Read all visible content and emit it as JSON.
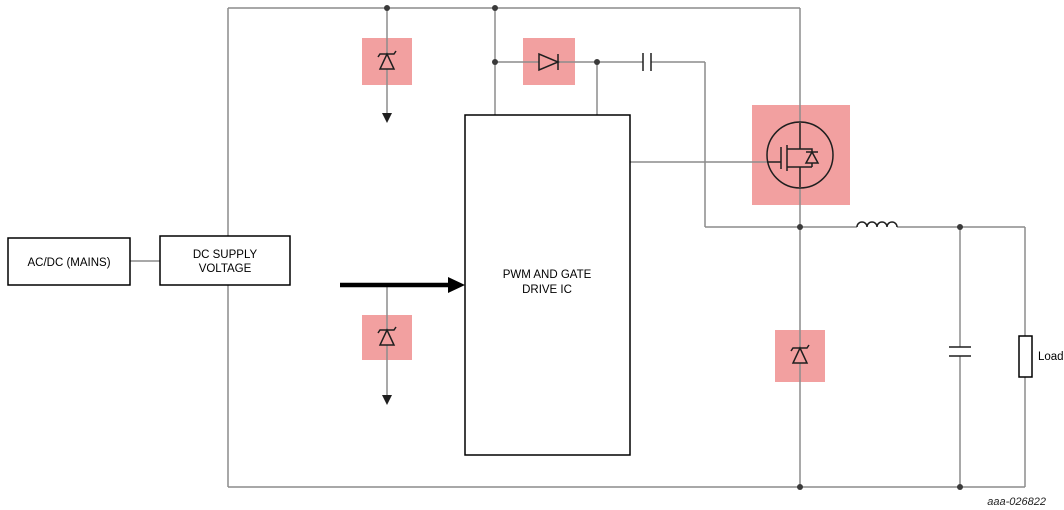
{
  "diagram": {
    "caption": "aaa-026822",
    "blocks": {
      "acdc_mains": {
        "label": "AC/DC (MAINS)"
      },
      "dc_supply": {
        "line1": "DC SUPPLY",
        "line2": "VOLTAGE"
      },
      "pwm_ic": {
        "line1": "PWM AND GATE",
        "line2": "DRIVE IC"
      },
      "load": {
        "label": "Load"
      }
    },
    "components": {
      "surge_zener_top": "zener-diode-icon",
      "bootstrap_diode": "diode-icon",
      "bootstrap_capacitor": "capacitor-icon",
      "power_mosfet": "mosfet-with-body-diode-icon",
      "input_surge_zener": "zener-diode-icon",
      "freewheel_zener": "zener-diode-icon",
      "output_inductor": "inductor-icon",
      "output_capacitor": "capacitor-icon",
      "load_resistor": "resistor-icon",
      "input_signal": "thick-arrow-icon"
    },
    "colors": {
      "wire": "#8c8c8c",
      "symbol": "#1f1f1f",
      "highlight": "#f2a0a0",
      "border": "#000000",
      "text": "#000000",
      "background": "#ffffff"
    }
  }
}
